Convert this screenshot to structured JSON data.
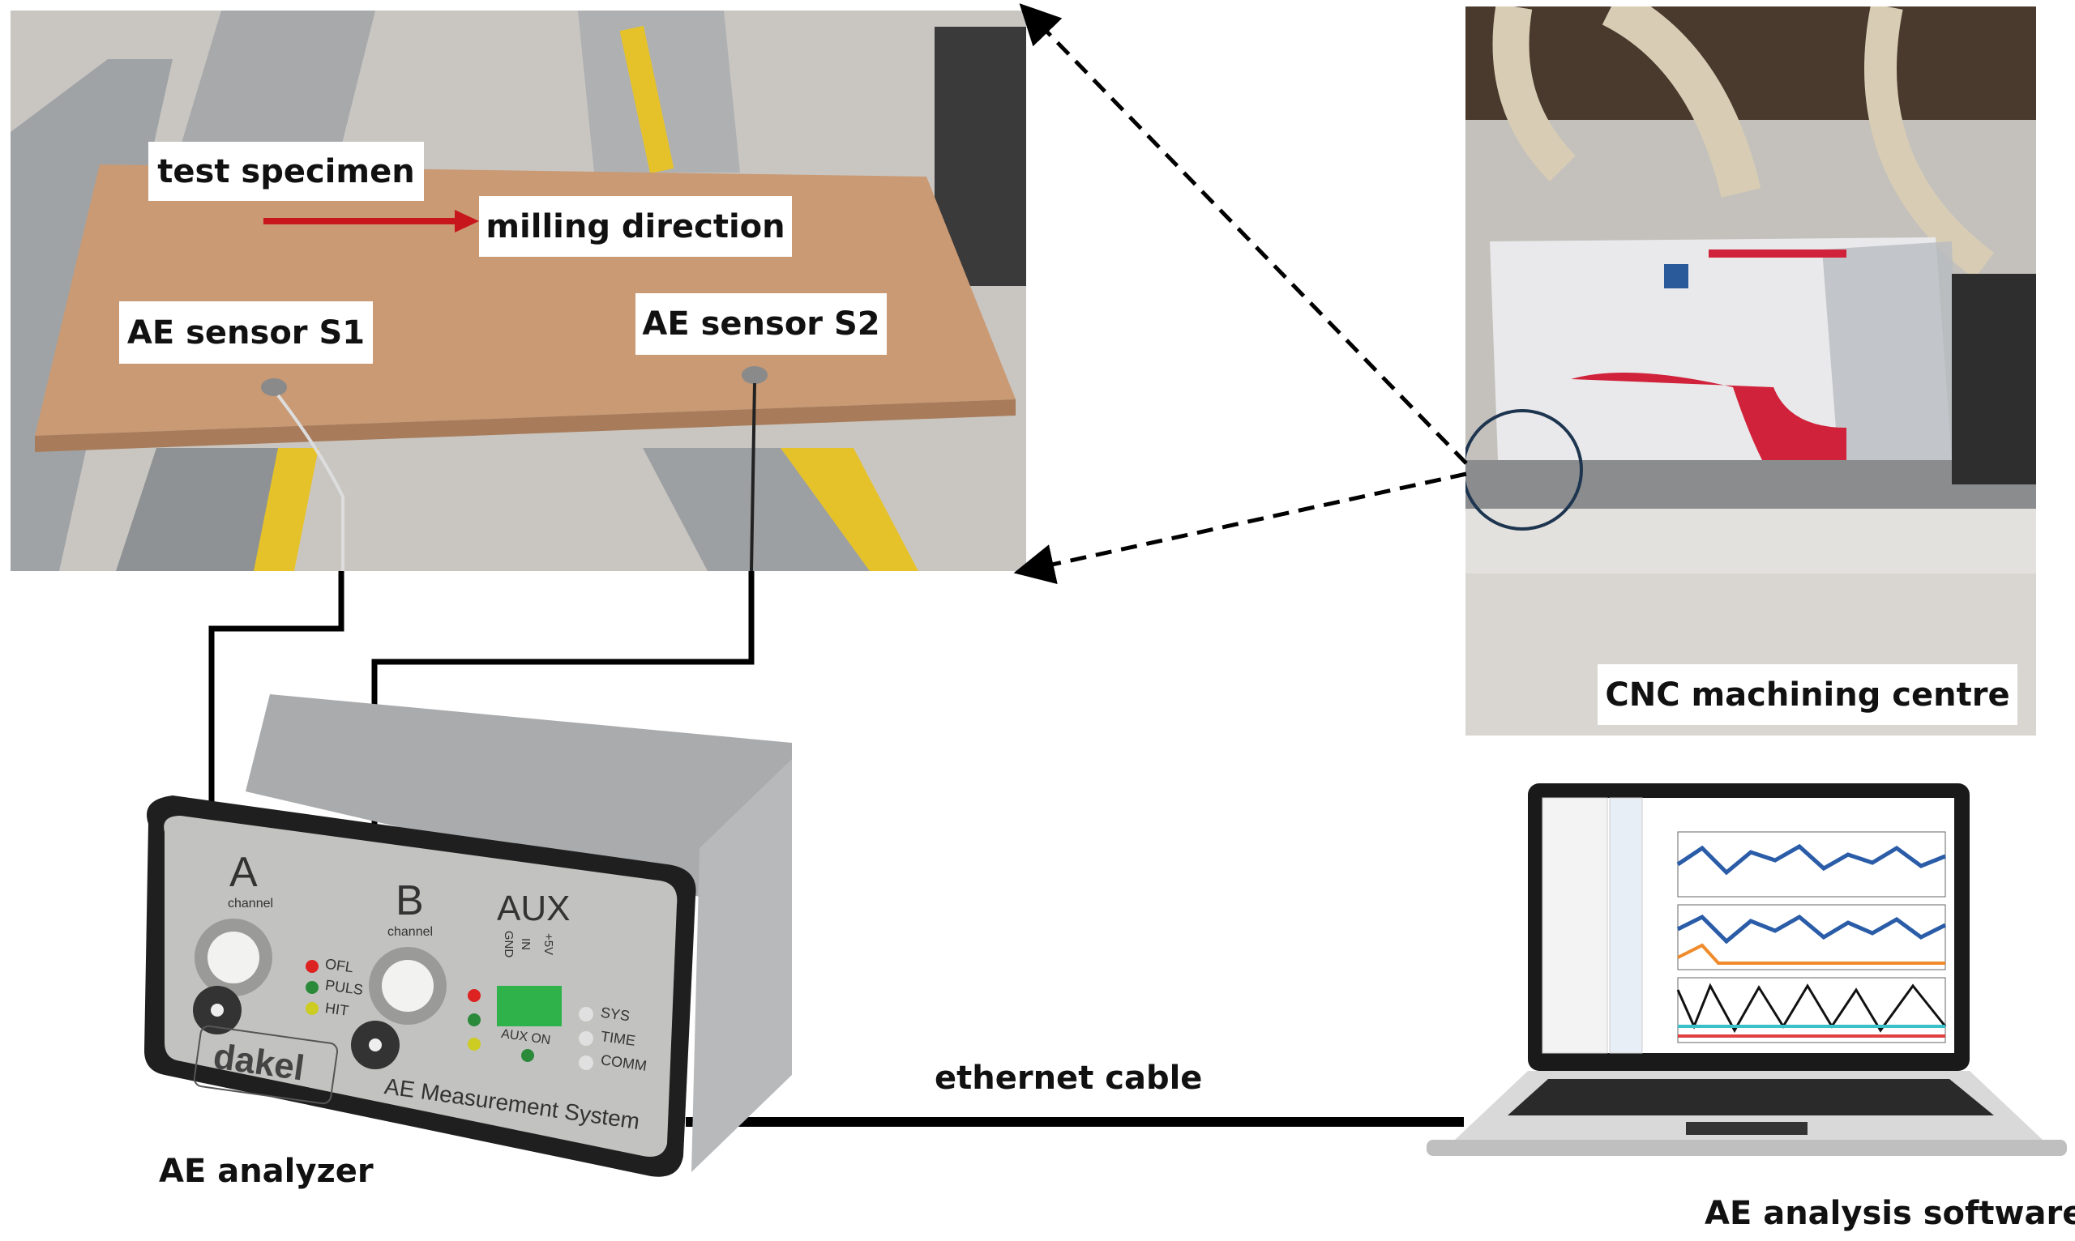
{
  "labels": {
    "test_specimen": "test specimen",
    "milling_direction": "milling direction",
    "sensor_s1": "AE sensor S1",
    "sensor_s2": "AE sensor S2",
    "cnc": "CNC machining centre",
    "analyzer": "AE analyzer",
    "ethernet": "ethernet cable",
    "software": "AE analysis software"
  },
  "analyzer_panel": {
    "channel_a": "A",
    "channel_b": "B",
    "channel_word": "channel",
    "aux": "AUX",
    "aux_pins": [
      "GND",
      "IN",
      "+5V"
    ],
    "leds_a": [
      "OFL",
      "PULS",
      "HIT"
    ],
    "aux_on": "AUX ON",
    "status": [
      "SYS",
      "TIME",
      "COMM"
    ],
    "brand": "dakel",
    "system_name": "AE Measurement System"
  },
  "colors": {
    "arrow_red": "#c8161d",
    "cable": "#000000",
    "cnc_red": "#d0223a"
  }
}
